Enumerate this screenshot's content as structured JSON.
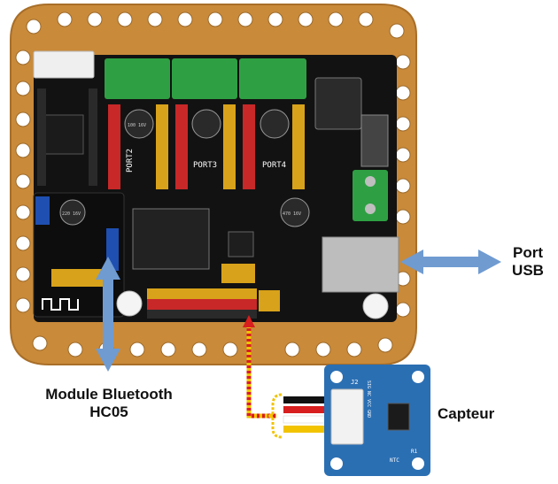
{
  "labels": {
    "port_line1": "Port",
    "port_line2": "USB",
    "bluetooth_line1": "Module Bluetooth",
    "bluetooth_line2": "HC05",
    "capteur": "Capteur"
  },
  "board_markings": {
    "port2": "PORT2",
    "port3": "PORT3",
    "port4": "PORT4",
    "cap1": "100 16V",
    "cap2": "220 16V",
    "cap3": "470 16V",
    "sensor_header": "SIG NC VCC GND",
    "sensor_ntc": "NTC",
    "sensor_r1": "R1",
    "sensor_j": "J2"
  },
  "colors": {
    "cardboard": "#c98a3a",
    "pcb": "#121212",
    "green_terminal": "#2ea043",
    "arrow": "#6f9bd1",
    "sensor_pcb": "#2b6fb3",
    "wire_red": "#d81e1e",
    "wire_yellow": "#f2c300",
    "wire_black": "#111111"
  }
}
